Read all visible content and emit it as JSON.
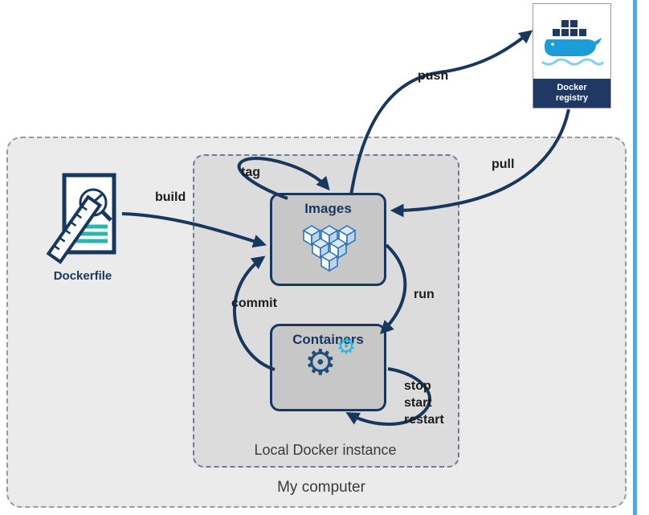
{
  "groups": {
    "outer": {
      "label": "My computer"
    },
    "inner": {
      "label": "Local Docker instance"
    }
  },
  "nodes": {
    "dockerfile": {
      "label": "Dockerfile"
    },
    "images": {
      "label": "Images"
    },
    "containers": {
      "label": "Containers"
    },
    "registry": {
      "label": "Docker registry"
    }
  },
  "edges": {
    "build": {
      "label": "build"
    },
    "tag": {
      "label": "tag"
    },
    "push": {
      "label": "push"
    },
    "pull": {
      "label": "pull"
    },
    "run": {
      "label": "run"
    },
    "commit": {
      "label": "commit"
    },
    "lifecycle": {
      "labels": [
        "stop",
        "start",
        "restart"
      ]
    }
  },
  "icons": {
    "images": "cubes-stack-icon",
    "containers_big": "gear-icon",
    "containers_small": "gear-icon",
    "dockerfile": "document-ruler-icon",
    "registry": "docker-whale-icon"
  },
  "colors": {
    "arrow_navy": "#17375e",
    "node_fill": "#c7c7c7",
    "outer_fill": "#ebebeb",
    "inner_fill": "#dcdcdc",
    "registry_band": "#1f3864",
    "teal_lines": "#2ab5ad",
    "docker_blue": "#1e9cd7",
    "cyan_gear": "#29b6d8",
    "cube_blue": "#2e75b6",
    "edge_strip_blue": "#5aa7e0"
  }
}
